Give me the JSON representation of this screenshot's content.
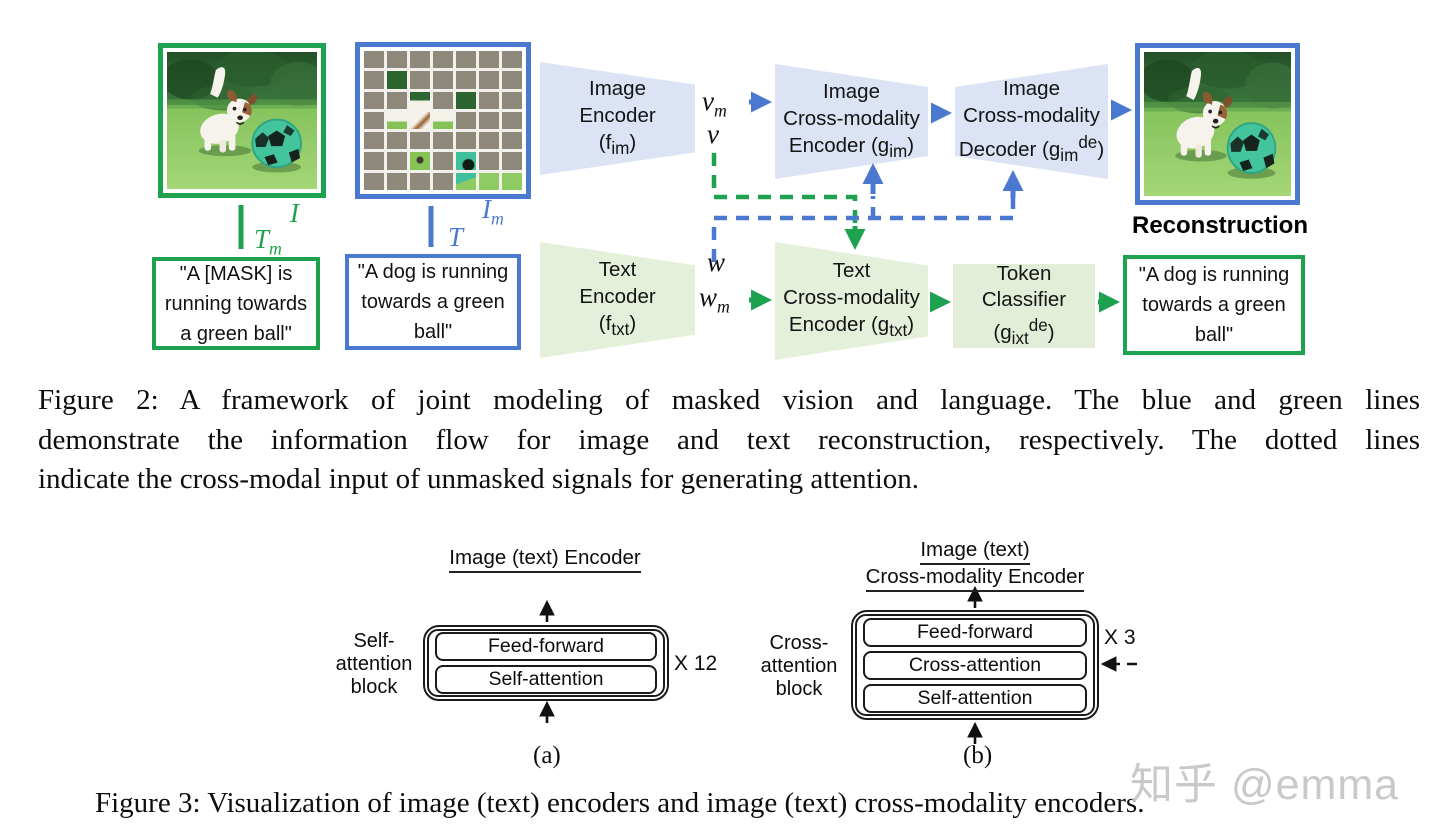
{
  "colors": {
    "accent_green": "#1ea24f",
    "accent_blue": "#4b79cf",
    "image_block_fill": "#dbe3f4",
    "text_block_fill": "#e5f0db",
    "mask_cell_gray": "#8f897b",
    "watermark_gray": "#c4c4c4"
  },
  "figure2": {
    "source_image_label": "I",
    "source_text_label": "T_{m}",
    "masked_image_label": "I_{m}",
    "masked_text_label": "T",
    "features": {
      "vm": "v_{m}",
      "v": "v",
      "w": "w",
      "wm": "w_{m}"
    },
    "masked_text": "\"A [MASK] is\nrunning towards\na green ball\"",
    "input_text": "\"A dog is running\ntowards a green\nball\"",
    "output_text": "\"A dog is running\ntowards a green\nball\"",
    "reconstruction_label": "Reconstruction",
    "blocks": {
      "image_encoder": {
        "lines": [
          "Image",
          "Encoder",
          "(f_{im})"
        ]
      },
      "image_cm_encoder": {
        "lines": [
          "Image",
          "Cross-modality",
          "Encoder (g_{im})"
        ]
      },
      "image_cm_decoder": {
        "lines": [
          "Image",
          "Cross-modality",
          "Decoder (g_{im}^{de})"
        ]
      },
      "text_encoder": {
        "lines": [
          "Text",
          "Encoder",
          "(f_{txt})"
        ]
      },
      "text_cm_encoder": {
        "lines": [
          "Text",
          "Cross-modality",
          "Encoder (g_{txt})"
        ]
      },
      "token_classifier": {
        "lines": [
          "Token",
          "Classifier",
          "(g_{ixt}^{de})"
        ]
      }
    },
    "masked_grid": {
      "rows": 7,
      "cols": 7,
      "visible_cells": [
        [
          2,
          2,
          "trees"
        ],
        [
          3,
          3,
          "trees-dog"
        ],
        [
          3,
          5,
          "trees"
        ],
        [
          4,
          2,
          "dog-grass"
        ],
        [
          4,
          3,
          "dog"
        ],
        [
          4,
          4,
          "dog-grass"
        ],
        [
          6,
          3,
          "grass-paw"
        ],
        [
          6,
          5,
          "ball"
        ],
        [
          7,
          5,
          "ball-grass"
        ],
        [
          7,
          6,
          "grass"
        ],
        [
          7,
          7,
          "grass"
        ]
      ]
    },
    "caption_lines": [
      "Figure 2: A framework of joint modeling of masked vision and language. The blue and green lines",
      "demonstrate the information flow for image and text reconstruction, respectively. The dotted lines",
      "indicate the cross-modal input of unmasked signals for generating attention."
    ]
  },
  "figure3": {
    "a": {
      "title_lines": [
        "Image (text) Encoder"
      ],
      "side_lines": [
        "Self-",
        "attention",
        "block"
      ],
      "boxes": [
        "Feed-forward",
        "Self-attention"
      ],
      "multiplier": "X 12",
      "tag": "(a)"
    },
    "b": {
      "title_lines": [
        "Image (text)",
        "Cross-modality Encoder"
      ],
      "side_lines": [
        "Cross-",
        "attention",
        "block"
      ],
      "boxes": [
        "Feed-forward",
        "Cross-attention",
        "Self-attention"
      ],
      "multiplier": "X 3",
      "tag": "(b)"
    },
    "caption": "Figure 3: Visualization of image (text) encoders and image (text) cross-modality encoders."
  },
  "watermark": "知乎 @emma"
}
